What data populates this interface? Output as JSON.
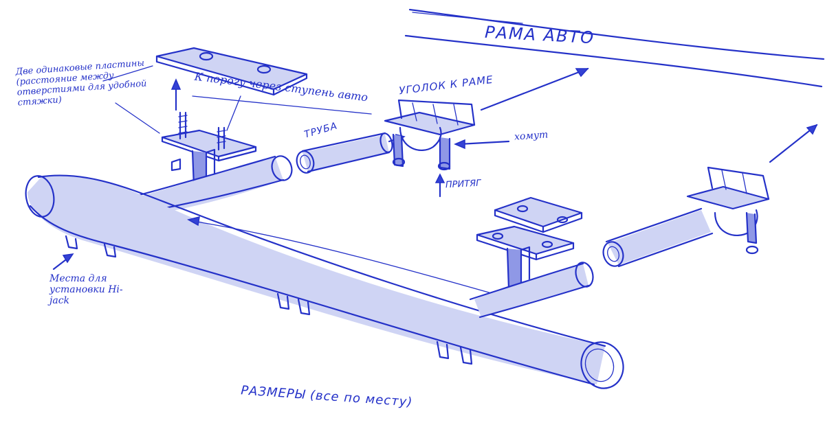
{
  "labels": {
    "frame": "РАМА АВТО",
    "plates": "Две одинаковые пластины (расстояние между отверстиями для удобной стяжки)",
    "sill": "К порогу через ступень авто",
    "corner": "УГОЛОК К РАМЕ",
    "pipe": "ТРУБА",
    "clamp": "хомут",
    "pull": "ПРИТЯГ",
    "hijack": "Места для установки Hi-jack",
    "sizes": "РАЗМЕРЫ (все по месту)"
  },
  "colors": {
    "ink": "#2431c8",
    "paper": "#ffffff"
  }
}
